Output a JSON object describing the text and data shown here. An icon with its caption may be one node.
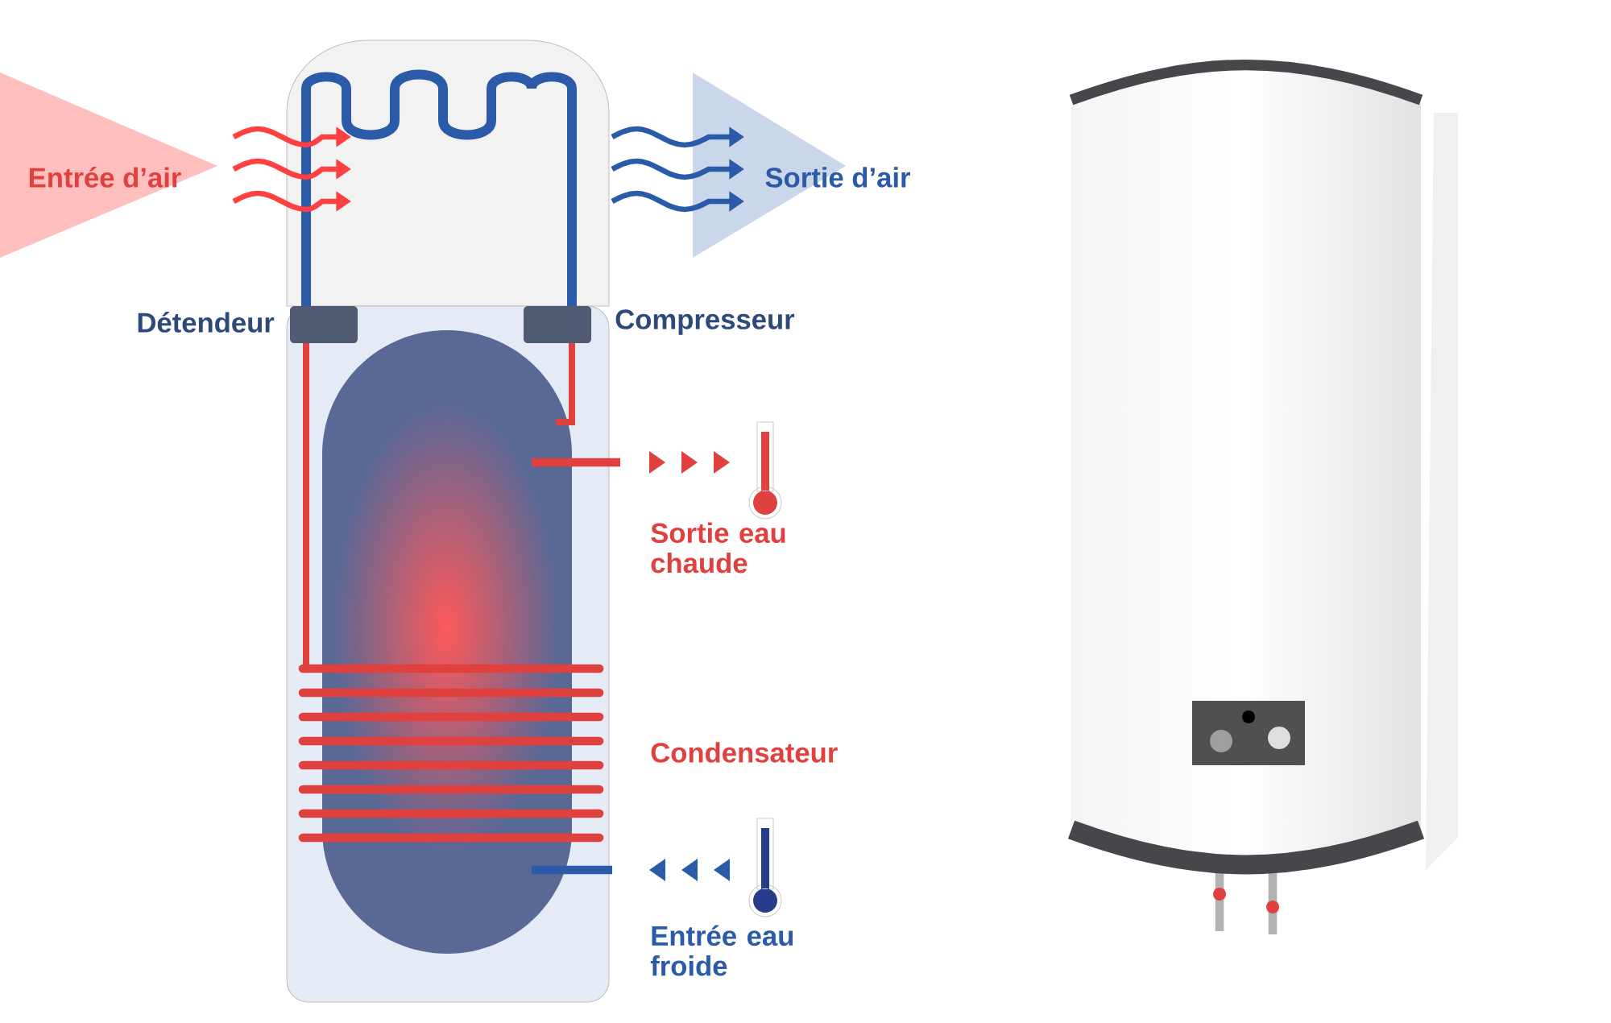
{
  "diagram": {
    "labels": [
      "Entrée d’air",
      "Sortie d’air",
      "Détendeur",
      "Compresseur",
      "Sortie eau chaude",
      "Condensateur",
      "Entrée eau froide"
    ]
  }
}
